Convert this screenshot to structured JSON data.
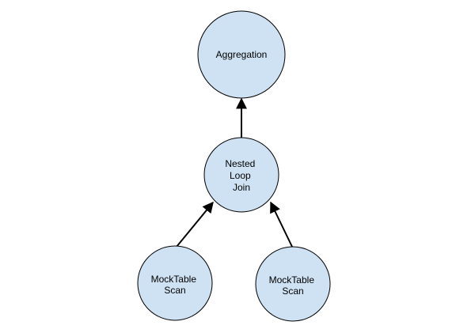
{
  "diagram": {
    "node_fill": "#cfe2f3",
    "node_stroke": "#000000",
    "edge_color": "#000000",
    "nodes": {
      "aggregation": {
        "lines": [
          "Aggregation"
        ]
      },
      "nested_loop_join": {
        "lines": [
          "Nested",
          "Loop",
          "Join"
        ]
      },
      "mocktable_scan_left": {
        "lines": [
          "MockTable",
          "Scan"
        ]
      },
      "mocktable_scan_right": {
        "lines": [
          "MockTable",
          "Scan"
        ]
      }
    },
    "edges": [
      {
        "from": "nested_loop_join",
        "to": "aggregation"
      },
      {
        "from": "mocktable_scan_left",
        "to": "nested_loop_join"
      },
      {
        "from": "mocktable_scan_right",
        "to": "nested_loop_join"
      }
    ]
  }
}
